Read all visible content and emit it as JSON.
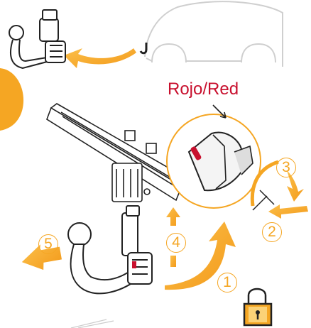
{
  "label": {
    "es": "Rojo",
    "sep": "/",
    "en": "Red"
  },
  "steps": [
    "1",
    "2",
    "3",
    "4",
    "5"
  ],
  "colors": {
    "accent": "#f5a623",
    "red": "#c8102e",
    "line": "#222222",
    "car": "#cfcfcf"
  },
  "icons": [
    "car-outline-icon",
    "tow-hook-icon",
    "padlock-icon",
    "arrow-icon"
  ]
}
